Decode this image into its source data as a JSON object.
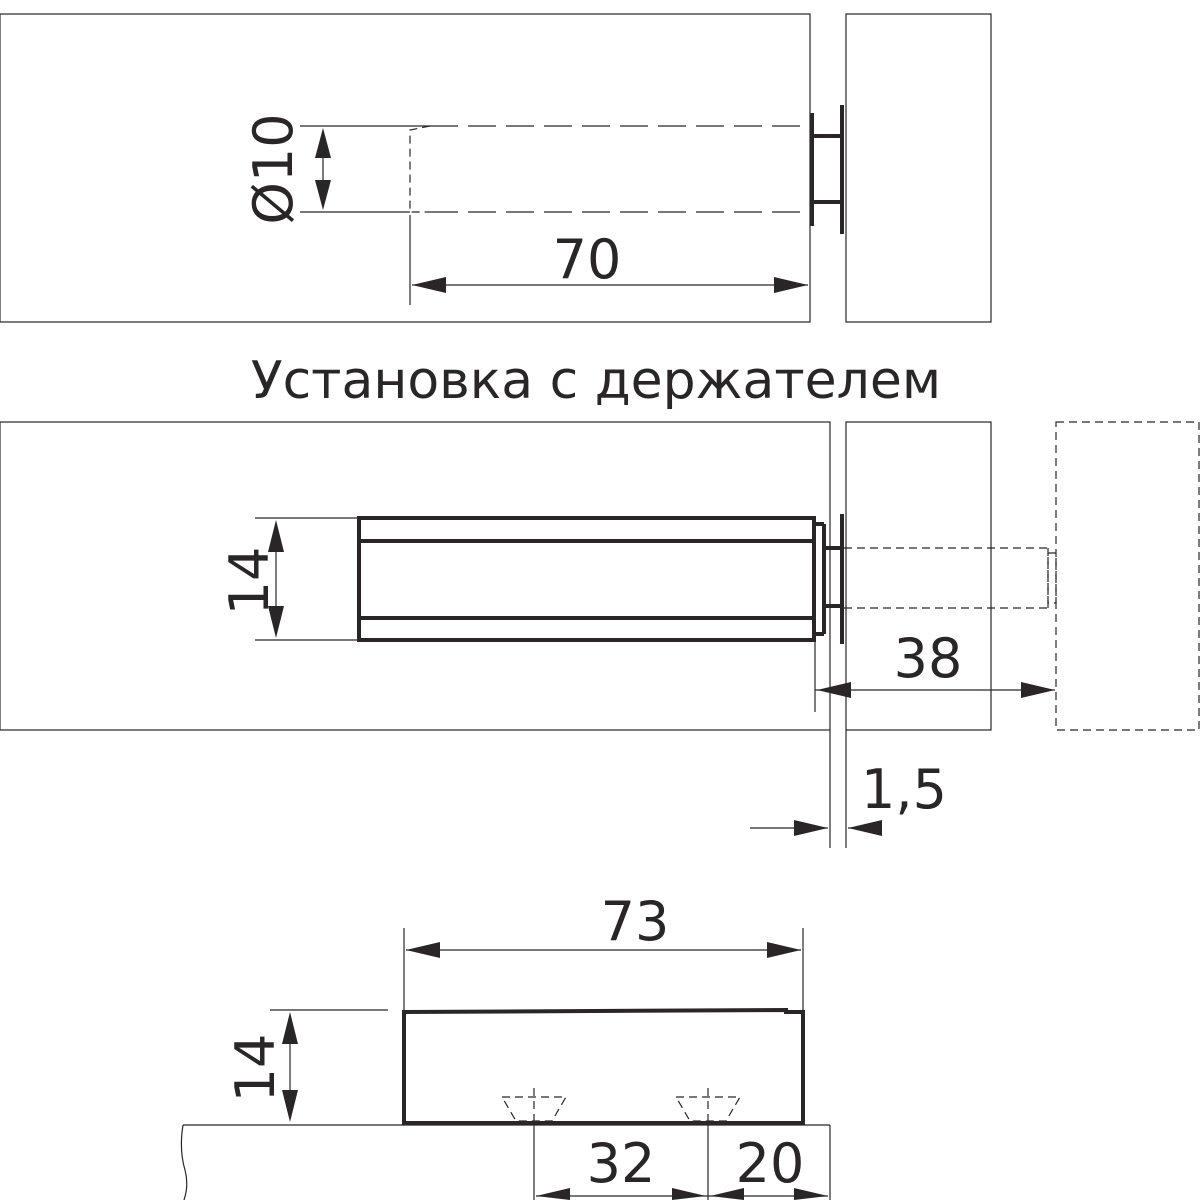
{
  "caption": "Установка с держателем",
  "top_view": {
    "diameter_label": "Ø10",
    "depth_label": "70"
  },
  "middle_view": {
    "height_label": "14",
    "projection_label": "38",
    "gap_label": "1,5"
  },
  "bottom_view": {
    "length_label": "73",
    "height_label": "14",
    "hole_spacing_label": "32",
    "edge_offset_label": "20"
  },
  "colors": {
    "line": "#2a2628",
    "background": "#ffffff"
  }
}
